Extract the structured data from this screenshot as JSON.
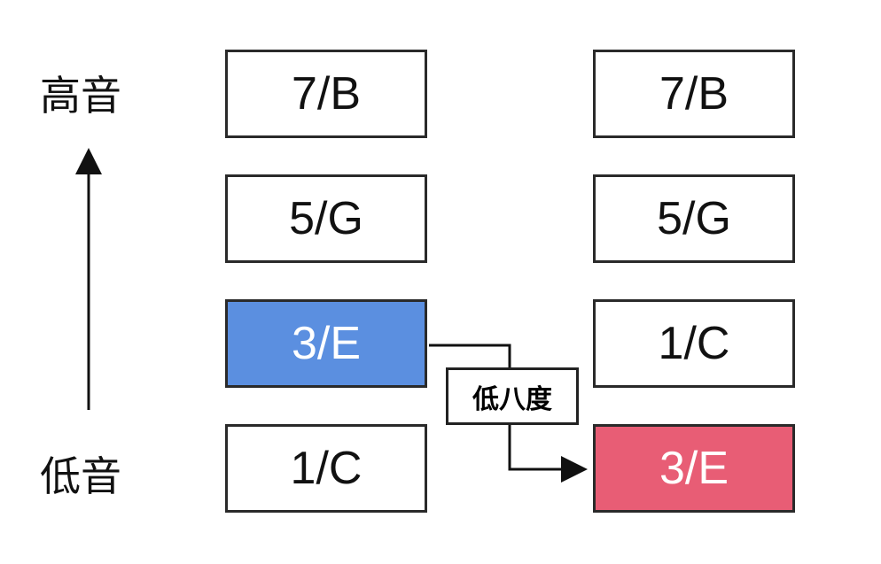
{
  "axis": {
    "high": "高音",
    "low": "低音"
  },
  "left_column": [
    "7/B",
    "5/G",
    "3/E",
    "1/C"
  ],
  "right_column": [
    "7/B",
    "5/G",
    "1/C",
    "3/E"
  ],
  "transform_label": "低八度",
  "colors": {
    "highlight_source": "#5b8fe0",
    "highlight_target": "#e85d75"
  }
}
